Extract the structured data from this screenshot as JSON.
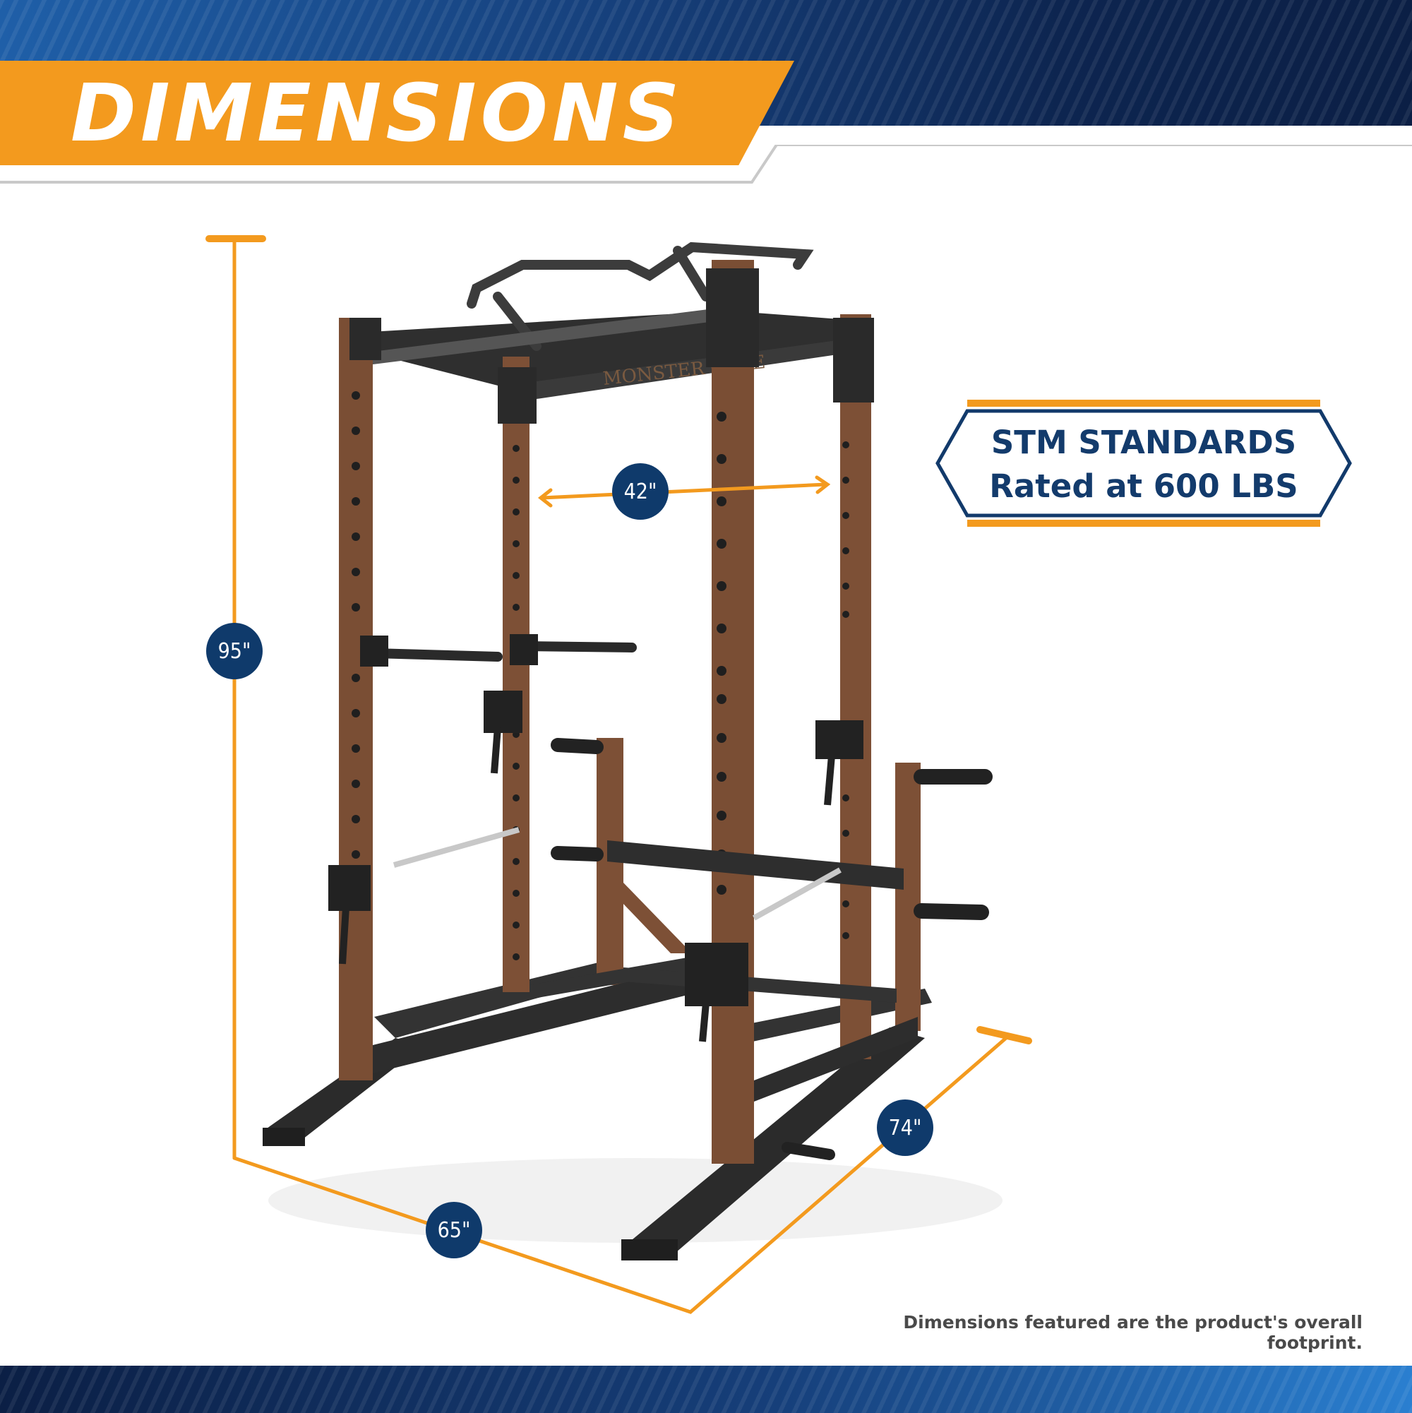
{
  "header": {
    "title": "DIMENSIONS"
  },
  "dimensions": {
    "height": "95\"",
    "inner_width": "42\"",
    "width": "65\"",
    "depth": "74\""
  },
  "rating_badge": {
    "line1": "STM STANDARDS",
    "line2": "Rated at 600 LBS"
  },
  "product": {
    "brand_mark": "MONSTER CAGE"
  },
  "footnote": "Dimensions featured are the product's overall footprint.",
  "colors": {
    "orange": "#f39a1e",
    "navy": "#0f3a6b",
    "frame_brown": "#7a4e34",
    "frame_black": "#2a2a2a"
  }
}
